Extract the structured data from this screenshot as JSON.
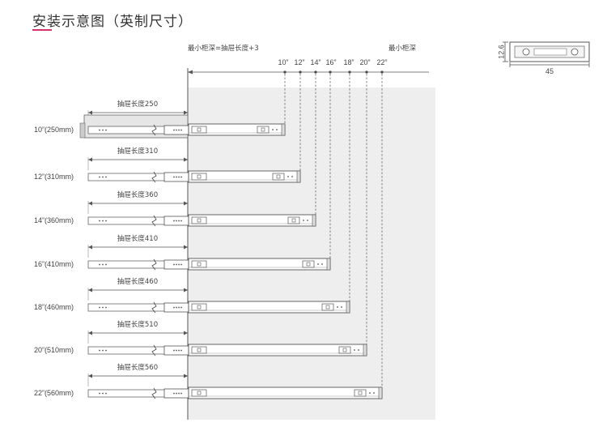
{
  "title": "安装示意图（英制尺寸）",
  "accent_color": "#d6336c",
  "header": {
    "left_label": "最小柜深=抽屉长度+3",
    "right_label": "最小柜深"
  },
  "size_ticks": [
    "10”",
    "12”",
    "14”",
    "16”",
    "18”",
    "20”",
    "22”"
  ],
  "profile": {
    "height_label": "12.6",
    "width_label": "45"
  },
  "rows": [
    {
      "size_label": "10”(250mm)",
      "drawer_label": "抽屉长度250"
    },
    {
      "size_label": "12”(310mm)",
      "drawer_label": "抽屉长度310"
    },
    {
      "size_label": "14”(360mm)",
      "drawer_label": "抽屉长度360"
    },
    {
      "size_label": "16”(410mm)",
      "drawer_label": "抽屉长度410"
    },
    {
      "size_label": "18”(460mm)",
      "drawer_label": "抽屉长度460"
    },
    {
      "size_label": "20”(510mm)",
      "drawer_label": "抽屉长度510"
    },
    {
      "size_label": "22”(560mm)",
      "drawer_label": "抽屉长度560"
    }
  ]
}
